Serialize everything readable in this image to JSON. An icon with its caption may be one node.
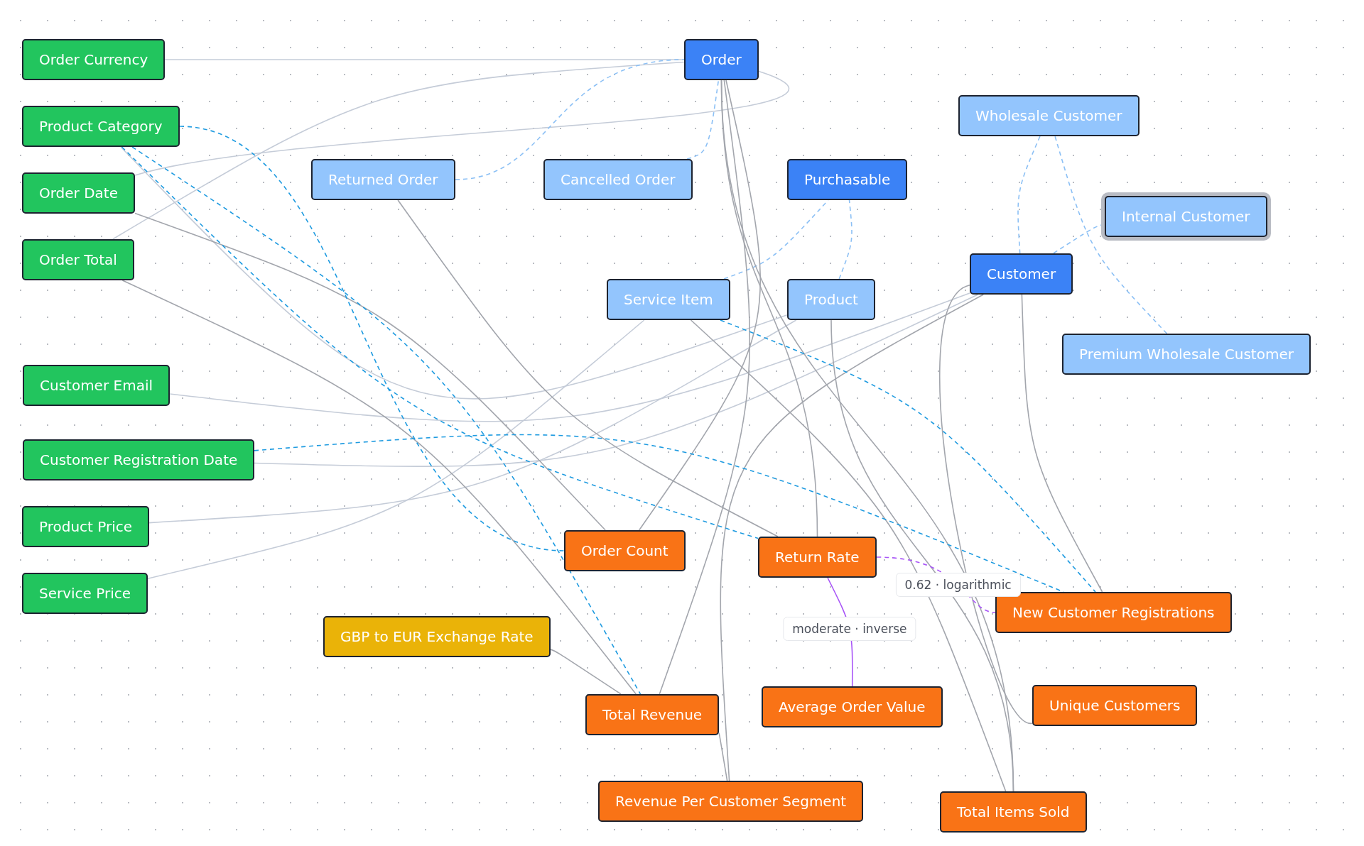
{
  "diagram": {
    "nodes": [
      {
        "text": [
          "Order Currency"
        ]
      },
      {
        "text": [
          "Product Category"
        ]
      },
      {
        "text": [
          "Order Date"
        ]
      },
      {
        "text": [
          "Order Total"
        ]
      },
      {
        "text": [
          "Customer Email"
        ]
      },
      {
        "text": [
          "Customer Registration Date"
        ]
      },
      {
        "text": [
          "Product Price"
        ]
      },
      {
        "text": [
          "Service Price"
        ]
      },
      {
        "text": [
          "Order"
        ]
      },
      {
        "text": [
          "Returned Order"
        ]
      },
      {
        "text": [
          "Cancelled Order"
        ]
      },
      {
        "text": [
          "Purchasable"
        ]
      },
      {
        "text": [
          "Wholesale Customer"
        ]
      },
      {
        "text": [
          "Internal Customer"
        ]
      },
      {
        "text": [
          "Service Item"
        ]
      },
      {
        "text": [
          "Product"
        ]
      },
      {
        "text": [
          "Customer"
        ]
      },
      {
        "text": [
          "Premium Wholesale Customer"
        ]
      },
      {
        "text": [
          "Order Count"
        ]
      },
      {
        "text": [
          "Return Rate"
        ]
      },
      {
        "text": [
          "GBP to EUR Exchange Rate"
        ]
      },
      {
        "text": [
          "New Customer Registrations"
        ]
      },
      {
        "text": [
          "Total Revenue"
        ]
      },
      {
        "text": [
          "Average Order Value"
        ]
      },
      {
        "text": [
          "Unique Customers"
        ]
      },
      {
        "text": [
          "Revenue Per Customer Segment"
        ]
      },
      {
        "text": [
          "Total Items Sold"
        ]
      }
    ],
    "edges": [
      {
        "from": 8,
        "to": 0,
        "arrow": "none",
        "color": "#c5ccd8"
      },
      {
        "from": 8,
        "to": 2,
        "arrow": "none",
        "color": "#c5ccd8"
      },
      {
        "from": 8,
        "to": 3,
        "arrow": "none",
        "color": "#c5ccd8"
      },
      {
        "from": 15,
        "to": 1,
        "arrow": "none",
        "color": "#c5ccd8"
      },
      {
        "from": 15,
        "to": 6,
        "arrow": "none",
        "color": "#c5ccd8"
      },
      {
        "from": 14,
        "to": 7,
        "arrow": "none",
        "color": "#c5ccd8"
      },
      {
        "from": 16,
        "to": 4,
        "arrow": "none",
        "color": "#c5ccd8"
      },
      {
        "from": 16,
        "to": 5,
        "arrow": "none",
        "color": "#c5ccd8"
      },
      {
        "from": 9,
        "to": 8,
        "arrow": "none",
        "style": "dashed",
        "color": "#8cc0f5"
      },
      {
        "from": 10,
        "to": 8,
        "arrow": "none",
        "style": "dashed",
        "color": "#8cc0f5"
      },
      {
        "from": 14,
        "to": 11,
        "arrow": "none",
        "style": "dashed",
        "color": "#8cc0f5"
      },
      {
        "from": 15,
        "to": 11,
        "arrow": "none",
        "style": "dashed",
        "color": "#8cc0f5"
      },
      {
        "from": 12,
        "to": 16,
        "arrow": "none",
        "style": "dashed",
        "color": "#8cc0f5"
      },
      {
        "from": 13,
        "to": 16,
        "arrow": "none",
        "style": "dashed",
        "color": "#8cc0f5"
      },
      {
        "from": 17,
        "to": 12,
        "arrow": "none",
        "style": "dashed",
        "color": "#8cc0f5"
      },
      {
        "from": 18,
        "to": 8,
        "arrow": "none"
      },
      {
        "from": 18,
        "to": 2,
        "arrow": "none"
      },
      {
        "from": 19,
        "to": 9,
        "arrow": "none"
      },
      {
        "from": 19,
        "to": 8,
        "arrow": "none"
      },
      {
        "from": 22,
        "to": 8,
        "arrow": "none"
      },
      {
        "from": 22,
        "to": 3,
        "arrow": "none"
      },
      {
        "from": 22,
        "to": 20,
        "arrow": "none"
      },
      {
        "from": 25,
        "to": 16,
        "arrow": "none"
      },
      {
        "from": 25,
        "to": 22,
        "arrow": "none"
      },
      {
        "from": 21,
        "to": 16,
        "arrow": "none"
      },
      {
        "from": 24,
        "to": 16,
        "arrow": "none"
      },
      {
        "from": 26,
        "to": 15,
        "arrow": "none"
      },
      {
        "from": 26,
        "to": 14,
        "arrow": "none"
      },
      {
        "from": 26,
        "to": 8,
        "arrow": "none"
      },
      {
        "from": 1,
        "to": 18,
        "arrow": "none",
        "style": "dashed",
        "color": "#1f9be0"
      },
      {
        "from": 1,
        "to": 19,
        "arrow": "none",
        "style": "dashed",
        "color": "#1f9be0"
      },
      {
        "from": 1,
        "to": 22,
        "arrow": "none",
        "style": "dashed",
        "color": "#1f9be0"
      },
      {
        "from": 14,
        "to": 21,
        "arrow": "none",
        "style": "dashed",
        "color": "#1f9be0"
      },
      {
        "from": 5,
        "to": 21,
        "arrow": "none",
        "style": "dashed",
        "color": "#1f9be0"
      },
      {
        "from": 19,
        "to": 21,
        "arrow": "none",
        "label": "0.62 · logarithmic",
        "style": "dashed",
        "color": "#a855f7"
      },
      {
        "from": 19,
        "to": 23,
        "arrow": "none",
        "label": "moderate · inverse",
        "color": "#a855f7"
      }
    ]
  }
}
